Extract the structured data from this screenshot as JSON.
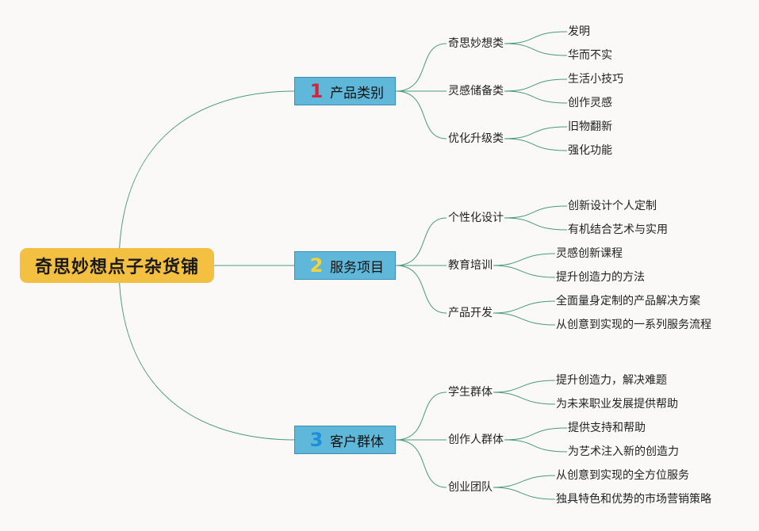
{
  "root": "奇思妙想点子杂货铺",
  "categories": [
    {
      "num": "1",
      "num_color": "#d8223b",
      "label": "产品类别",
      "subs": [
        {
          "label": "奇思妙想类",
          "leaves": [
            "发明",
            "华而不实"
          ]
        },
        {
          "label": "灵感储备类",
          "leaves": [
            "生活小技巧",
            "创作灵感"
          ]
        },
        {
          "label": "优化升级类",
          "leaves": [
            "旧物翻新",
            "强化功能"
          ]
        }
      ]
    },
    {
      "num": "2",
      "num_color": "#f4d23c",
      "label": "服务项目",
      "subs": [
        {
          "label": "个性化设计",
          "leaves": [
            "创新设计个人定制",
            "有机结合艺术与实用"
          ]
        },
        {
          "label": "教育培训",
          "leaves": [
            "灵感创新课程",
            "提升创造力的方法"
          ]
        },
        {
          "label": "产品开发",
          "leaves": [
            "全面量身定制的产品解决方案",
            "从创意到实现的一系列服务流程"
          ]
        }
      ]
    },
    {
      "num": "3",
      "num_color": "#1e8fd8",
      "label": "客户群体",
      "subs": [
        {
          "label": "学生群体",
          "leaves": [
            "提升创造力，解决难题",
            "为未来职业发展提供帮助"
          ]
        },
        {
          "label": "创作人群体",
          "leaves": [
            "提供支持和帮助",
            "为艺术注入新的创造力"
          ]
        },
        {
          "label": "创业团队",
          "leaves": [
            "从创意到实现的全方位服务",
            "独具特色和优势的市场营销策略"
          ]
        }
      ]
    }
  ],
  "colors": {
    "line": "#4a9a80",
    "root_bg": "#f3c042",
    "category_bg": "#5fb7d9"
  }
}
